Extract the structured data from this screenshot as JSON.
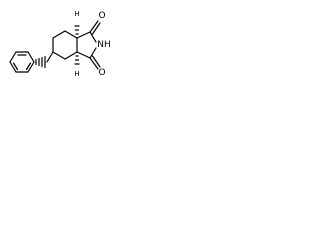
{
  "molecule": {
    "atoms": {
      "imide_nitrogen": "NH",
      "carbonyl_oxygen_top": "O",
      "carbonyl_oxygen_bottom": "O",
      "stereo_h_top": "H",
      "stereo_h_bottom": "H"
    }
  },
  "colors": {
    "bond": "#000000",
    "label": "#000000",
    "background": "#ffffff"
  }
}
